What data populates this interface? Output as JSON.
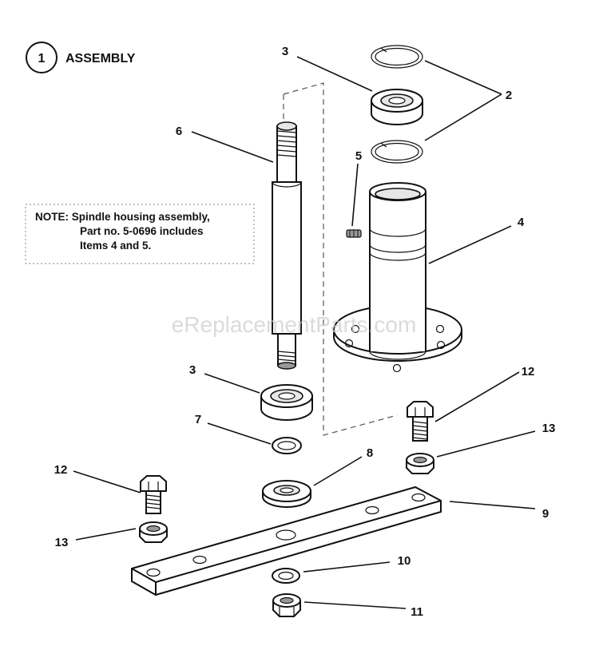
{
  "diagram": {
    "assembly_number": "1",
    "assembly_label": "ASSEMBLY",
    "note": {
      "line1": "NOTE: Spindle housing assembly,",
      "line2": "Part no. 5-0696 includes",
      "line3": "Items 4 and 5."
    },
    "watermark": "eReplacementParts.com",
    "callouts": {
      "c2": "2",
      "c3_top": "3",
      "c3_bottom": "3",
      "c4": "4",
      "c5": "5",
      "c6": "6",
      "c7": "7",
      "c8": "8",
      "c9": "9",
      "c10": "10",
      "c11": "11",
      "c12_right": "12",
      "c12_left": "12",
      "c13_right": "13",
      "c13_left": "13"
    }
  }
}
